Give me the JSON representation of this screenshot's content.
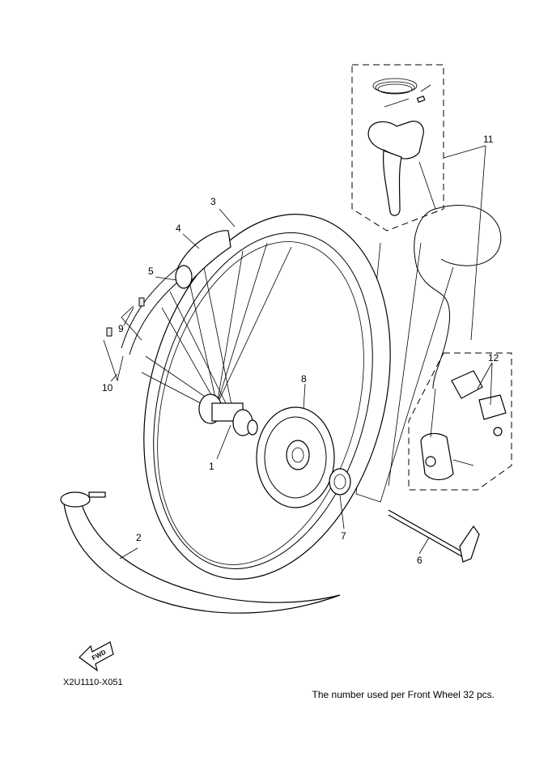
{
  "diagram": {
    "drawing_code": "X2U1110-X051",
    "footnote": "The number used per Front Wheel 32 pcs.",
    "fwd_label": "FWD",
    "callouts": [
      "1",
      "2",
      "3",
      "4",
      "5",
      "6",
      "7",
      "8",
      "9",
      "10",
      "11",
      "12"
    ]
  }
}
